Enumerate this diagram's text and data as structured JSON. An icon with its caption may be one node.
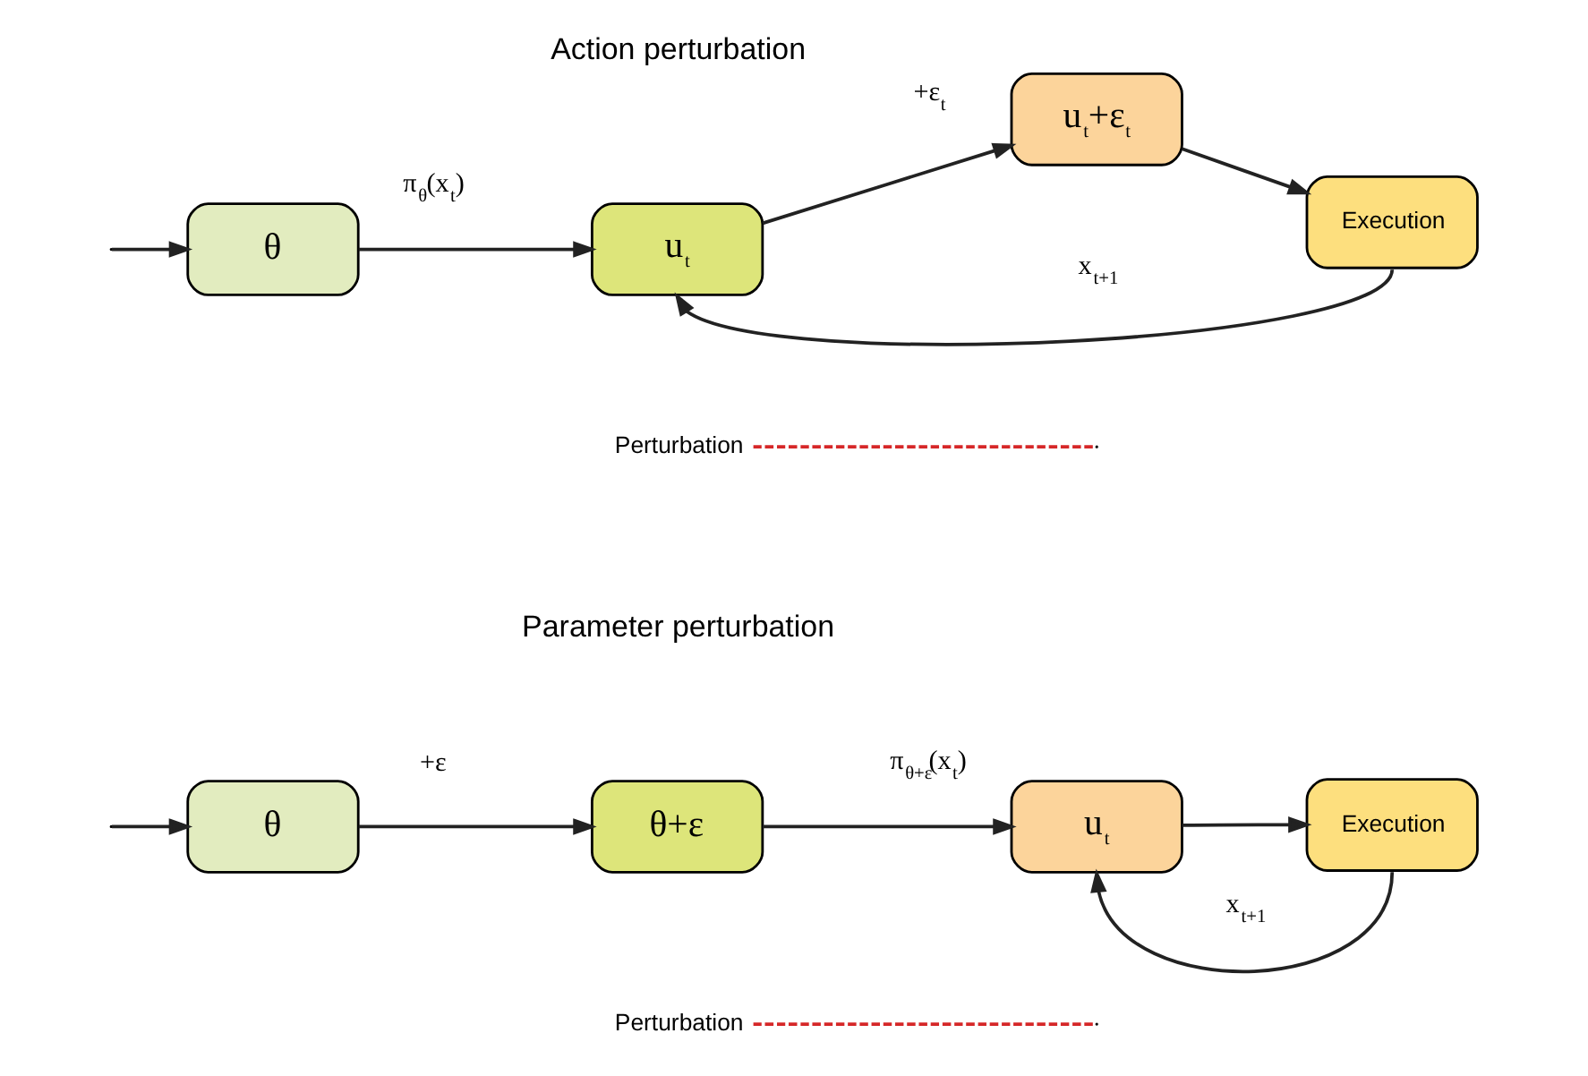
{
  "diagram": {
    "nodes": [
      {
        "text": [
          "θ"
        ]
      },
      {
        "text": [
          "u$_{t}$"
        ]
      },
      {
        "text": [
          "u$_{t}$+ε$_{t}$"
        ]
      },
      {
        "text": [
          "Execution"
        ]
      },
      {
        "text": [
          "Perturbation"
        ]
      },
      {
        "text": [
          "θ"
        ]
      },
      {
        "text": [
          "θ+ε"
        ]
      },
      {
        "text": [
          "u$_{t}$"
        ]
      },
      {
        "text": [
          "Execution"
        ]
      },
      {
        "text": [
          "Perturbation"
        ]
      }
    ],
    "edges": [
      {
        "from": null,
        "to": 0,
        "arrow": "to"
      },
      {
        "from": 0,
        "to": 1,
        "arrow": "to",
        "label": "π$_{θ}$(x$_{t}$)"
      },
      {
        "from": 1,
        "to": 2,
        "arrow": "to",
        "label": "+ε$_{t}$"
      },
      {
        "from": 2,
        "to": 3,
        "arrow": "to"
      },
      {
        "from": 3,
        "to": 1,
        "arrow": "to",
        "label": "x$_{t+1}$"
      },
      {
        "from": 4,
        "to": null,
        "arrow": "none",
        "style": "dashed",
        "color": "#d62728"
      },
      {
        "from": null,
        "to": 5,
        "arrow": "to"
      },
      {
        "from": 5,
        "to": 6,
        "arrow": "to",
        "label": "+ε"
      },
      {
        "from": 6,
        "to": 7,
        "arrow": "to",
        "label": "π$_{θ+ε}$(x$_{t}$)"
      },
      {
        "from": 7,
        "to": 8,
        "arrow": "to"
      },
      {
        "from": 8,
        "to": 7,
        "arrow": "to",
        "label": "x$_{t+1}$"
      },
      {
        "from": 9,
        "to": null,
        "arrow": "none",
        "style": "dashed",
        "color": "#d62728"
      }
    ],
    "labels": [
      "Action perturbation",
      "Parameter perturbation"
    ]
  }
}
